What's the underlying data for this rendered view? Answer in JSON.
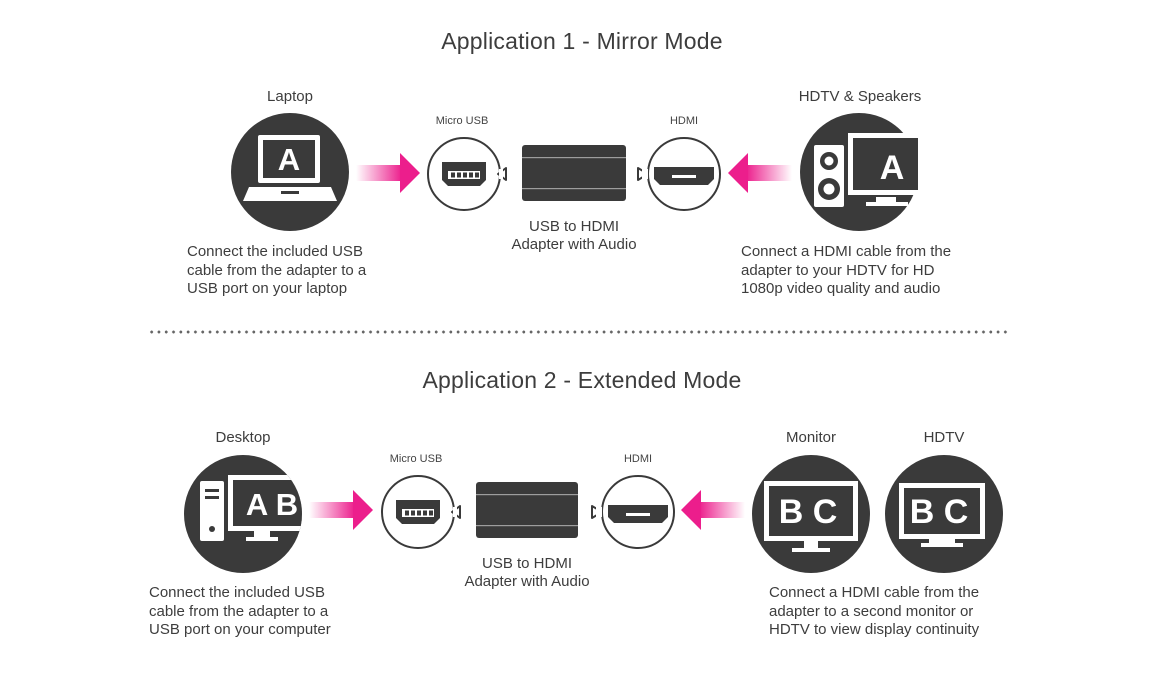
{
  "app1": {
    "title": "Application 1 - Mirror Mode",
    "source_label": "Laptop",
    "micro_usb_label": "Micro USB",
    "hdmi_label": "HDMI",
    "dest_label": "HDTV & Speakers",
    "adapter_line1": "USB to HDMI",
    "adapter_line2": "Adapter with Audio",
    "left_desc": [
      "Connect the included USB",
      "cable from the adapter to a",
      "USB port on your laptop"
    ],
    "right_desc": [
      "Connect a HDMI cable from the",
      "adapter to your HDTV for HD",
      "1080p video quality and audio"
    ],
    "laptop_screen_letter": "A",
    "hdtv_screen_letter": "A"
  },
  "app2": {
    "title": "Application 2 - Extended Mode",
    "source_label": "Desktop",
    "micro_usb_label": "Micro USB",
    "hdmi_label": "HDMI",
    "dest_label_1": "Monitor",
    "dest_label_2": "HDTV",
    "adapter_line1": "USB to HDMI",
    "adapter_line2": "Adapter with Audio",
    "left_desc": [
      "Connect the included USB",
      "cable from the adapter to a",
      "USB port on your computer"
    ],
    "right_desc": [
      "Connect a HDMI cable from the",
      "adapter to a second monitor or",
      "HDTV to view display continuity"
    ],
    "desktop_screen_letters": "A B",
    "monitor_screen_letters": "B C",
    "hdtv_screen_letters": "B C"
  },
  "colors": {
    "icon_dark": "#3a3a3a",
    "arrow_pink": "#ec1e8c",
    "text": "#3d3d3d"
  },
  "icons": [
    "laptop-icon",
    "hdtv-speakers-icon",
    "desktop-icon",
    "monitor-icon",
    "hdtv-icon",
    "micro-usb-port-icon",
    "hdmi-port-icon",
    "adapter-icon",
    "arrow-right-icon",
    "arrow-left-icon"
  ]
}
